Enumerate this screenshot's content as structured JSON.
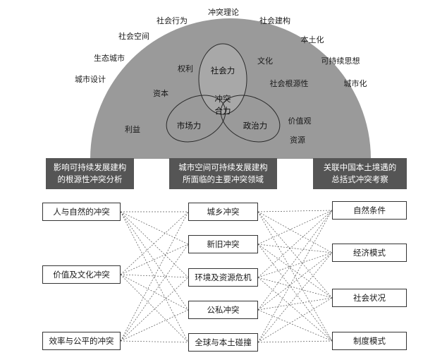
{
  "semicircle_labels": [
    "社会行为",
    "冲突理论",
    "社会建构",
    "社会空间",
    "本土化",
    "生态城市",
    "文化",
    "可持续思想",
    "城市设计",
    "权利",
    "社会根源性",
    "城市化",
    "资本",
    "价值观",
    "利益",
    "资源"
  ],
  "ellipse_labels": [
    "社会力",
    "市场力",
    "政治力"
  ],
  "center_label": [
    "冲突",
    "合力"
  ],
  "headers": [
    [
      "影响可持续发展建构",
      "的根源性冲突分析"
    ],
    [
      "城市空间可持续发展建构",
      "所面临的主要冲突领域"
    ],
    [
      "关联中国本土境遇的",
      "总括式冲突考察"
    ]
  ],
  "left_boxes": [
    "人与自然的冲突",
    "价值及文化冲突",
    "效率与公平的冲突"
  ],
  "middle_boxes": [
    "城乡冲突",
    "新旧冲突",
    "环境及资源危机",
    "公私冲突",
    "全球与本土碰撞"
  ],
  "right_boxes": [
    "自然条件",
    "经济模式",
    "社会状况",
    "制度模式"
  ],
  "colors": {
    "dome": "#9a9a9a",
    "header": "#555555",
    "lines": "#555555"
  }
}
